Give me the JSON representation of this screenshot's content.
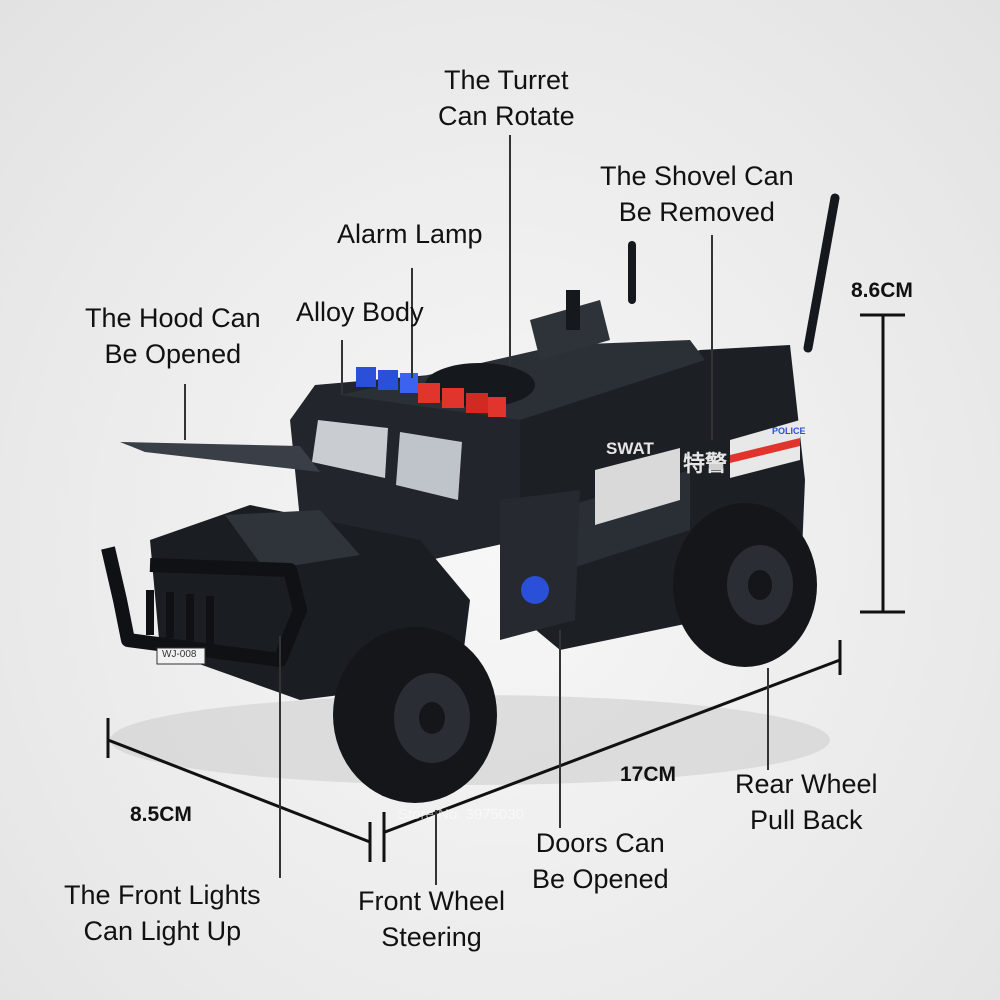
{
  "labels": {
    "turret": [
      "The Turret",
      "Can Rotate"
    ],
    "shovel": [
      "The Shovel Can",
      "Be Removed"
    ],
    "alarm": [
      "Alarm Lamp"
    ],
    "hood": [
      "The Hood Can",
      "Be Opened"
    ],
    "alloy": [
      "Alloy Body"
    ],
    "front_lights": [
      "The Front Lights",
      "Can Light Up"
    ],
    "front_wheel": [
      "Front Wheel",
      "Steering"
    ],
    "doors": [
      "Doors Can",
      "Be Opened"
    ],
    "rear_wheel": [
      "Rear Wheel",
      "Pull Back"
    ]
  },
  "dimensions": {
    "height": "8.6CM",
    "length": "17CM",
    "width": "8.5CM"
  },
  "vehicle_text": {
    "side": "SWAT",
    "cn": "特警",
    "police": "POLICE",
    "plate": "WJ-008"
  },
  "watermark": "Store No. 3975030",
  "colors": {
    "body": "#1c1f24",
    "blue_lamp": "#2a4fd8",
    "red_lamp": "#e0342c",
    "line": "#2a2a2a"
  }
}
